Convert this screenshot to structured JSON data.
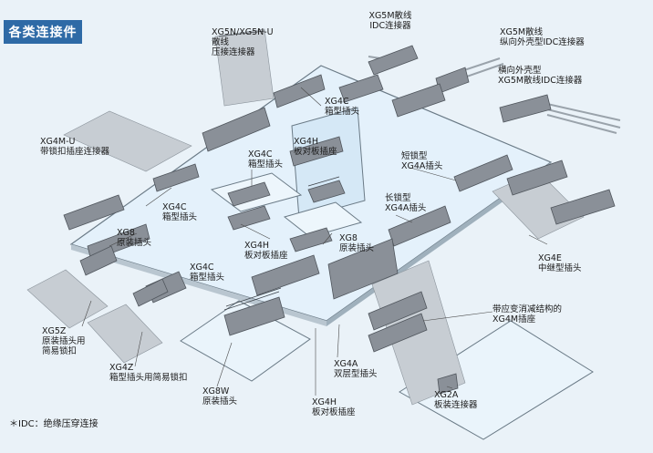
{
  "header": {
    "title": "各类连接件"
  },
  "labels": {
    "xg5n": {
      "lines": [
        "XG5N/XG5N-U",
        "散线",
        "压接连接器"
      ]
    },
    "xg5m_idc": {
      "lines": [
        "XG5M散线",
        "IDC连接器"
      ]
    },
    "xg5m_vertical": {
      "lines": [
        "XG5M散线",
        "纵向外壳型IDC连接器"
      ]
    },
    "xg5m_horizontal": {
      "lines": [
        "横向外壳型",
        "XG5M散线IDC连接器"
      ]
    },
    "xg4c_top": {
      "lines": [
        "XG4C",
        "箱型插头"
      ]
    },
    "xg4m_u": {
      "lines": [
        "XG4M-U",
        "带锁扣插座连接器"
      ]
    },
    "xg4h_top": {
      "lines": [
        "XG4H",
        "板对板插座"
      ]
    },
    "xg4c_mid": {
      "lines": [
        "XG4C",
        "箱型插头"
      ]
    },
    "xg4a_short": {
      "lines": [
        "短锁型",
        "XG4A插头"
      ]
    },
    "xg4c_left": {
      "lines": [
        "XG4C",
        "箱型插头"
      ]
    },
    "xg4a_long": {
      "lines": [
        "长锁型",
        "XG4A插头"
      ]
    },
    "xg8_left": {
      "lines": [
        "XG8",
        "原装插头"
      ]
    },
    "xg4h_mid": {
      "lines": [
        "XG4H",
        "板对板插座"
      ]
    },
    "xg8_mid": {
      "lines": [
        "XG8",
        "原装插头"
      ]
    },
    "xg4e": {
      "lines": [
        "XG4E",
        "中继型插头"
      ]
    },
    "xg4c_bottom": {
      "lines": [
        "XG4C",
        "箱型插头"
      ]
    },
    "xg4m_strain": {
      "lines": [
        "带应变消减结构的",
        "XG4M插座"
      ]
    },
    "xg5z": {
      "lines": [
        "XG5Z",
        "原装插头用",
        "简易锁扣"
      ]
    },
    "xg4z": {
      "lines": [
        "XG4Z",
        "箱型插头用简易锁扣"
      ]
    },
    "xg4a_double": {
      "lines": [
        "XG4A",
        "双层型插头"
      ]
    },
    "xg8w": {
      "lines": [
        "XG8W",
        "原装插头"
      ]
    },
    "xg4h_bottom": {
      "lines": [
        "XG4H",
        "板对板插座"
      ]
    },
    "xg2a": {
      "lines": [
        "XG2A",
        "板装连接器"
      ]
    }
  },
  "footnote": "＊IDC：绝缘压穿连接",
  "colors": {
    "header_bg": "#2e6aa6",
    "board_fill": "#e4f1fb",
    "board_stroke": "#6a7a86",
    "connector_fill": "#8a9098",
    "connector_dark": "#4f555c",
    "cable": "#aab2ba"
  }
}
